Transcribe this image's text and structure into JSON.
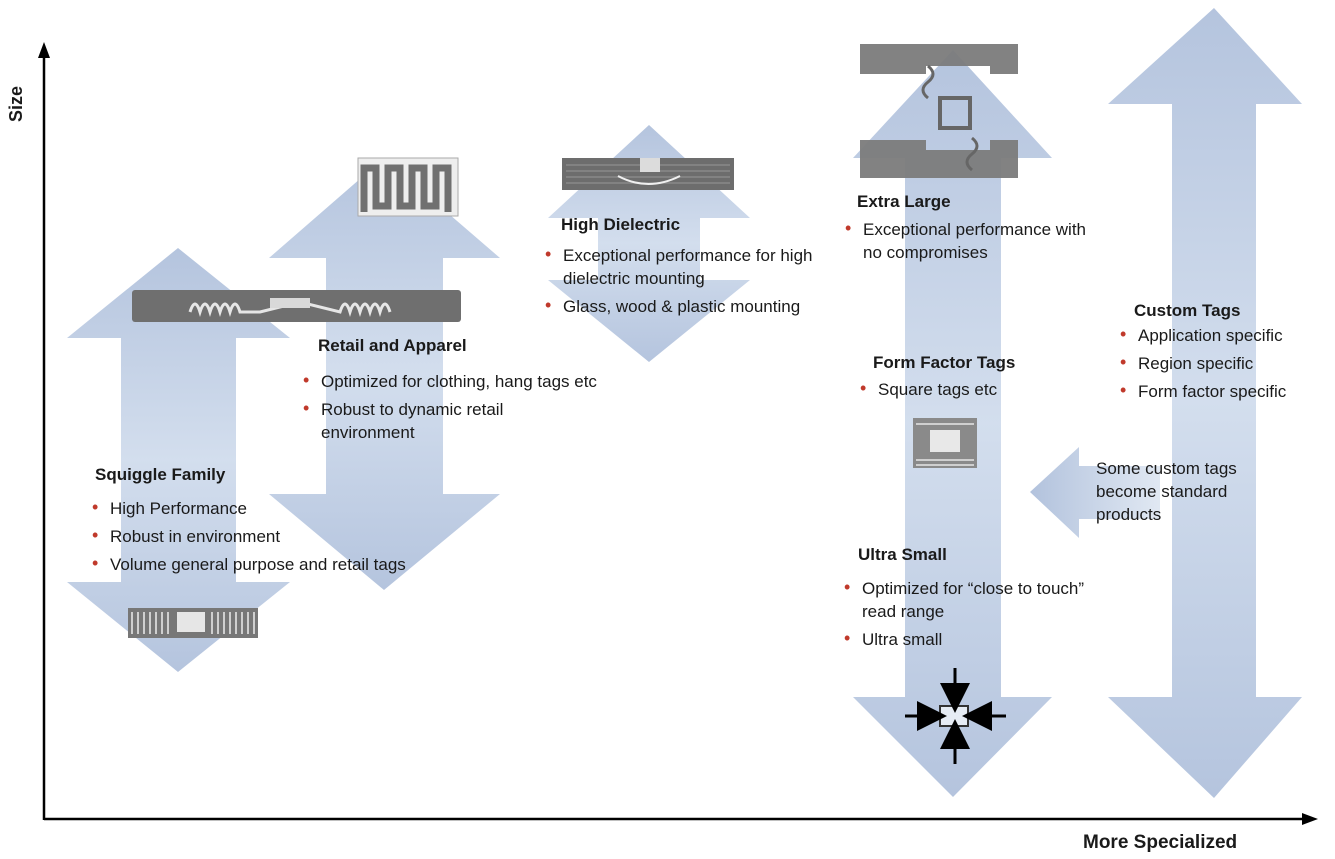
{
  "axes": {
    "y_label": "Size",
    "x_label": "More Specialized"
  },
  "groups": [
    {
      "id": "squiggle",
      "title": "Squiggle Family",
      "bullets": [
        "High Performance",
        "Robust in environment",
        "Volume general purpose and retail tags"
      ]
    },
    {
      "id": "retail",
      "title": "Retail and Apparel",
      "bullets": [
        "Optimized for clothing, hang tags etc",
        "Robust to dynamic retail environment"
      ]
    },
    {
      "id": "dielectric",
      "title": "High Dielectric",
      "bullets": [
        "Exceptional performance for high dielectric mounting",
        "Glass, wood & plastic mounting"
      ]
    },
    {
      "id": "xl",
      "title": "Extra Large",
      "bullets": [
        "Exceptional performance with no compromises"
      ]
    },
    {
      "id": "formfactor",
      "title": "Form Factor Tags",
      "bullets": [
        "Square tags etc"
      ]
    },
    {
      "id": "ultrasmall",
      "title": "Ultra Small",
      "bullets": [
        "Optimized for “close to touch” read range",
        "Ultra small"
      ]
    },
    {
      "id": "custom",
      "title": "Custom Tags",
      "bullets": [
        "Application specific",
        "Region specific",
        "Form factor specific"
      ]
    }
  ],
  "note": "Some custom tags become standard products",
  "colors": {
    "arrow": "#b4c7e0",
    "bullet": "#c0392b",
    "axis": "#000000",
    "tag": "#6e6e6e"
  }
}
